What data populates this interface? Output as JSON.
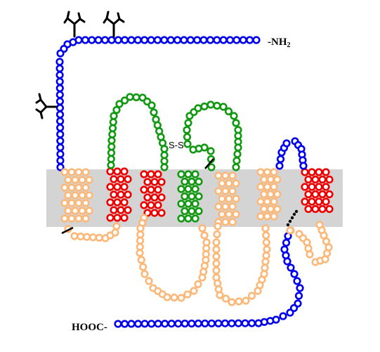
{
  "labels": {
    "n_terminus": "-NH",
    "n_terminus_subscript": "2",
    "c_terminus": "HOOC-",
    "disulfide": "S-S"
  },
  "colors": {
    "membrane": "#d4d4d4",
    "terminal_segment": "#0000ee",
    "outer_segment": "#fcb878",
    "red_segment": "#ee0000",
    "green_segment": "#119911",
    "disulfide_residue": "#d8e000",
    "glycan": "#000000",
    "lipid_anchor": "#000000"
  },
  "icons": [
    "glycosylation-icon",
    "disulfide-bond",
    "membrane-bilayer",
    "palmitoyl-anchor-icon"
  ]
}
